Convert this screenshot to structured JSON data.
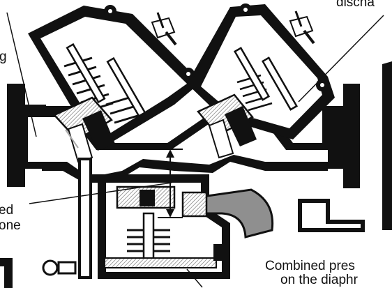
{
  "labels": {
    "discharge_partial": "discha",
    "spring_partial": "g",
    "left_lower_line1": "ed",
    "left_lower_line2": "one",
    "combined_line1": "Combined pres",
    "combined_line2": "on the diaphr"
  },
  "colors": {
    "ink": "#111111",
    "background": "#ffffff",
    "fluid_gray": "#8f8f8f",
    "hatch_gray": "#b0b0b0"
  }
}
